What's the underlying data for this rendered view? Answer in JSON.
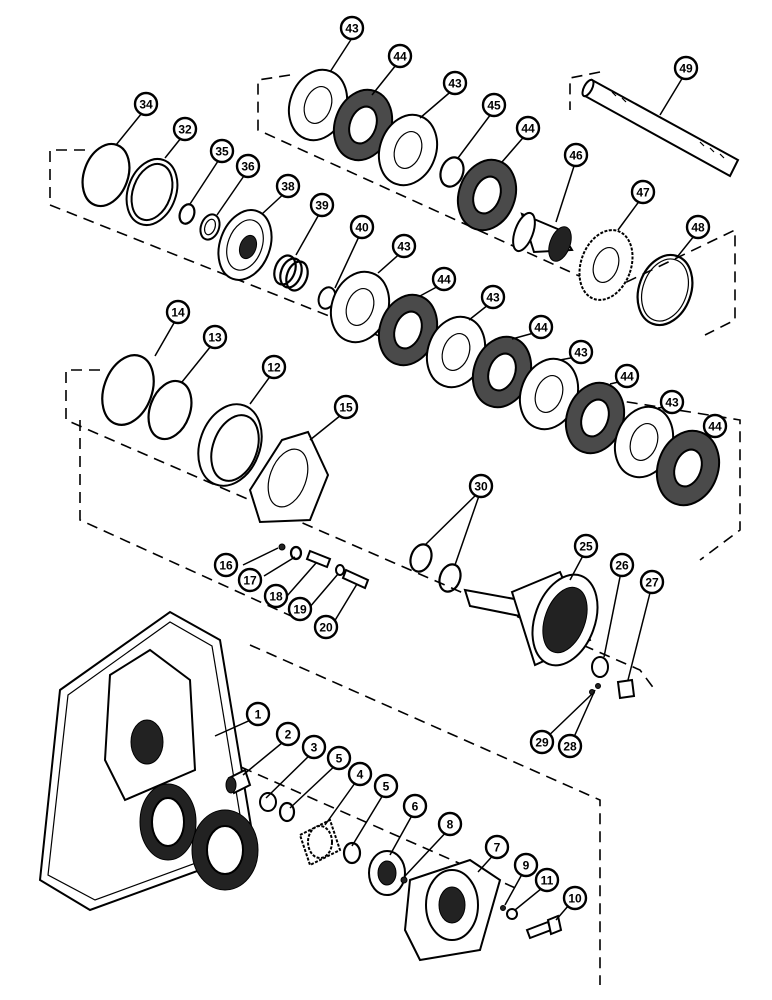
{
  "callouts": [
    {
      "id": "43a",
      "label": "43"
    },
    {
      "id": "44a",
      "label": "44"
    },
    {
      "id": "43b",
      "label": "43"
    },
    {
      "id": "45",
      "label": "45"
    },
    {
      "id": "44b",
      "label": "44"
    },
    {
      "id": "46",
      "label": "46"
    },
    {
      "id": "47",
      "label": "47"
    },
    {
      "id": "48",
      "label": "48"
    },
    {
      "id": "49",
      "label": "49"
    },
    {
      "id": "34",
      "label": "34"
    },
    {
      "id": "32",
      "label": "32"
    },
    {
      "id": "35",
      "label": "35"
    },
    {
      "id": "36",
      "label": "36"
    },
    {
      "id": "38",
      "label": "38"
    },
    {
      "id": "39",
      "label": "39"
    },
    {
      "id": "40",
      "label": "40"
    },
    {
      "id": "43c",
      "label": "43"
    },
    {
      "id": "44c",
      "label": "44"
    },
    {
      "id": "43d",
      "label": "43"
    },
    {
      "id": "44d",
      "label": "44"
    },
    {
      "id": "43e",
      "label": "43"
    },
    {
      "id": "44e",
      "label": "44"
    },
    {
      "id": "43f",
      "label": "43"
    },
    {
      "id": "44f",
      "label": "44"
    },
    {
      "id": "14",
      "label": "14"
    },
    {
      "id": "13",
      "label": "13"
    },
    {
      "id": "12",
      "label": "12"
    },
    {
      "id": "15",
      "label": "15"
    },
    {
      "id": "30",
      "label": "30"
    },
    {
      "id": "16",
      "label": "16"
    },
    {
      "id": "17",
      "label": "17"
    },
    {
      "id": "18",
      "label": "18"
    },
    {
      "id": "19",
      "label": "19"
    },
    {
      "id": "20",
      "label": "20"
    },
    {
      "id": "25",
      "label": "25"
    },
    {
      "id": "26",
      "label": "26"
    },
    {
      "id": "27",
      "label": "27"
    },
    {
      "id": "29",
      "label": "29"
    },
    {
      "id": "28",
      "label": "28"
    },
    {
      "id": "1",
      "label": "1"
    },
    {
      "id": "2",
      "label": "2"
    },
    {
      "id": "3",
      "label": "3"
    },
    {
      "id": "5a",
      "label": "5"
    },
    {
      "id": "4",
      "label": "4"
    },
    {
      "id": "5b",
      "label": "5"
    },
    {
      "id": "6",
      "label": "6"
    },
    {
      "id": "8",
      "label": "8"
    },
    {
      "id": "7",
      "label": "7"
    },
    {
      "id": "9",
      "label": "9"
    },
    {
      "id": "11",
      "label": "11"
    },
    {
      "id": "10",
      "label": "10"
    }
  ]
}
